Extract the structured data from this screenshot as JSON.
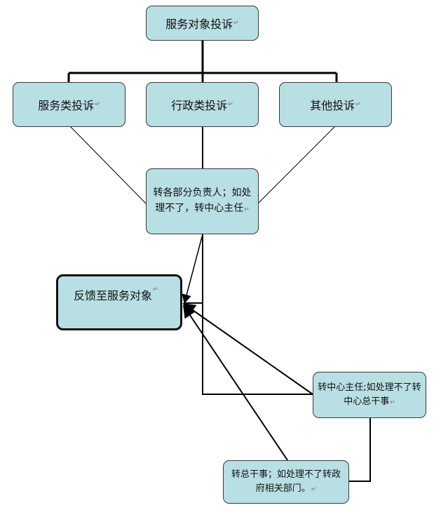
{
  "nodes": {
    "root": "服务对象投诉",
    "service": "服务类投诉",
    "admin": "行政类投诉",
    "other": "其他投诉",
    "dept": "转各部分负责人；如处理不了，转中心主任",
    "feedback": "反馈至服务对象",
    "director": "转中心主任;如处理不了转中心总干事",
    "general": "转总干事；如处理不了转政府相关部门。"
  },
  "paragraph_mark": "↵"
}
